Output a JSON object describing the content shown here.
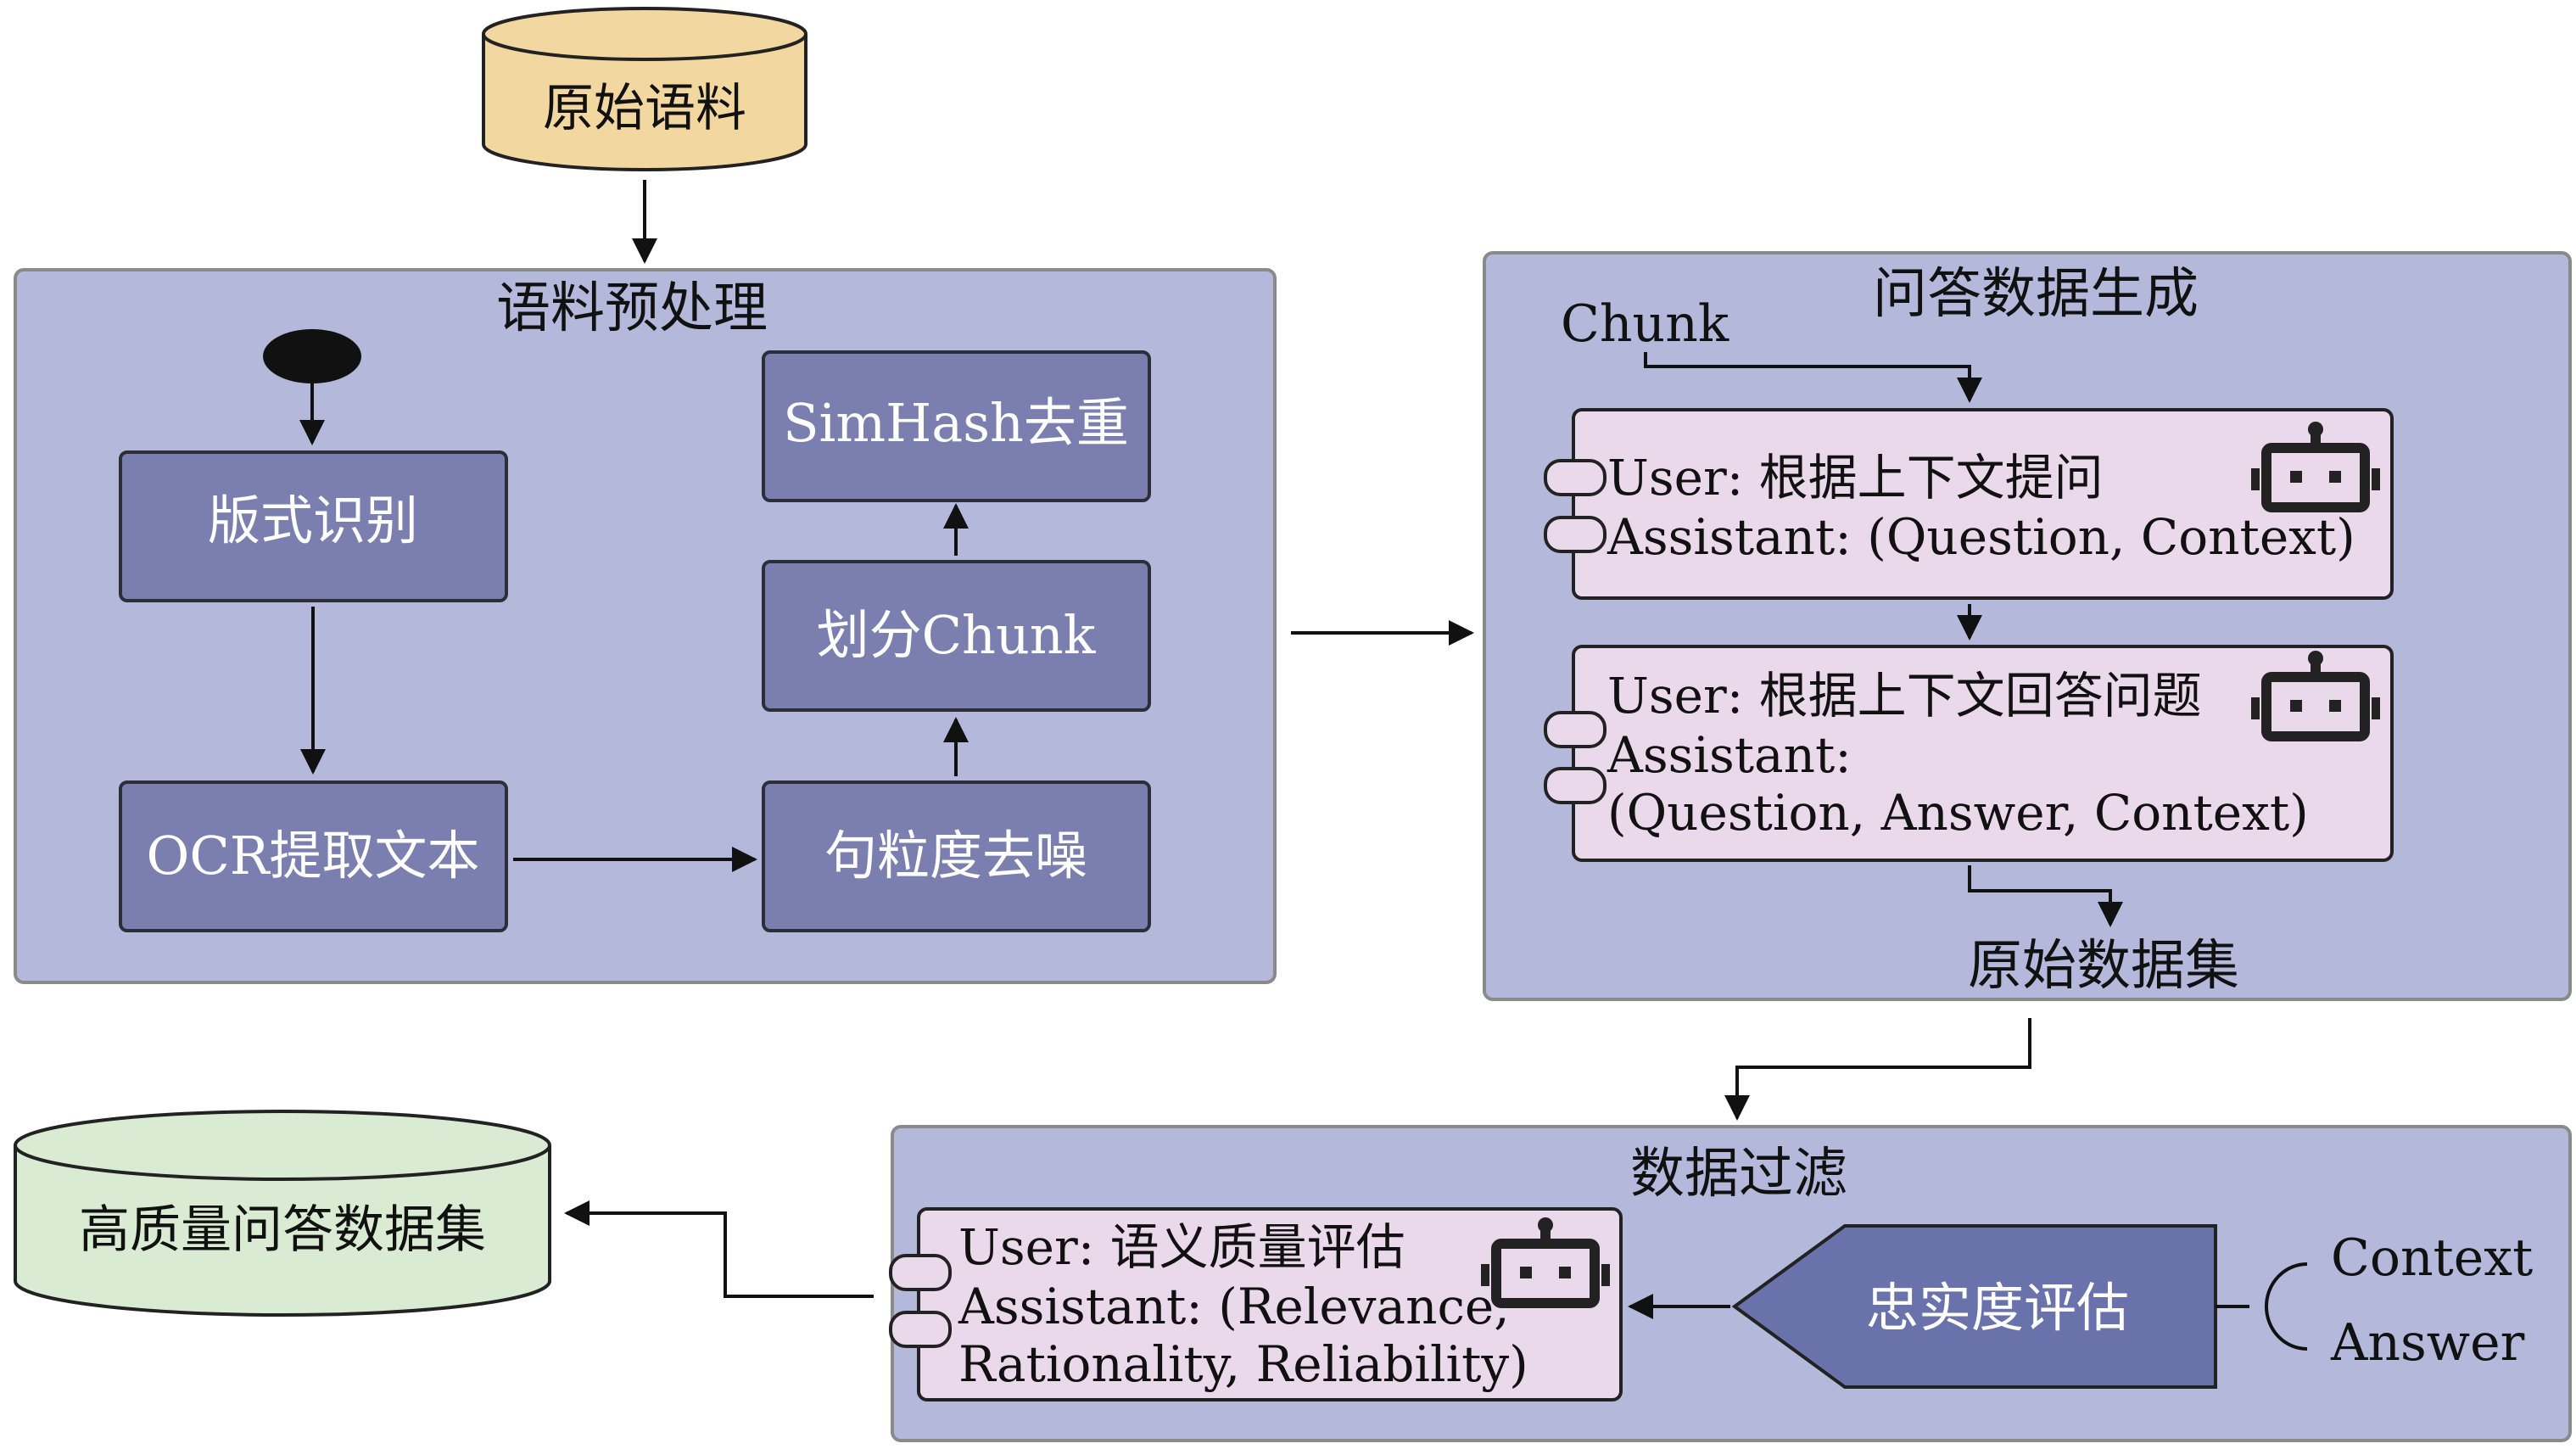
{
  "corpus_cylinder": "原始语料",
  "output_cylinder": "高质量问答数据集",
  "preprocess": {
    "title": "语料预处理",
    "steps": {
      "layout": "版式识别",
      "ocr": "OCR提取文本",
      "denoise": "句粒度去噪",
      "chunk": "划分Chunk",
      "dedup": "SimHash去重"
    }
  },
  "qa_gen": {
    "title": "问答数据生成",
    "input": "Chunk",
    "prompt1": {
      "user": "User: 根据上下文提问",
      "assistant": "Assistant: (Question, Context)"
    },
    "prompt2": {
      "user": "User: 根据上下文回答问题",
      "assistant": "Assistant:",
      "assistant2": "(Question, Answer, Context)"
    },
    "output": "原始数据集"
  },
  "filter": {
    "title": "数据过滤",
    "faithfulness": "忠实度评估",
    "input_context": "Context",
    "input_answer": "Answer",
    "prompt": {
      "user": "User: 语义质量评估",
      "assistant": "Assistant: (Relevance,",
      "assistant2": "Rationality, Reliability)"
    }
  },
  "colors": {
    "panel": "#b4b9dc",
    "step_box": "#7a7fb0",
    "prompt_box": "#ead9ea",
    "corpus_cylinder": "#f2d8a0",
    "output_cylinder": "#d9ebd3",
    "faithfulness_shape": "#6a72ac"
  }
}
